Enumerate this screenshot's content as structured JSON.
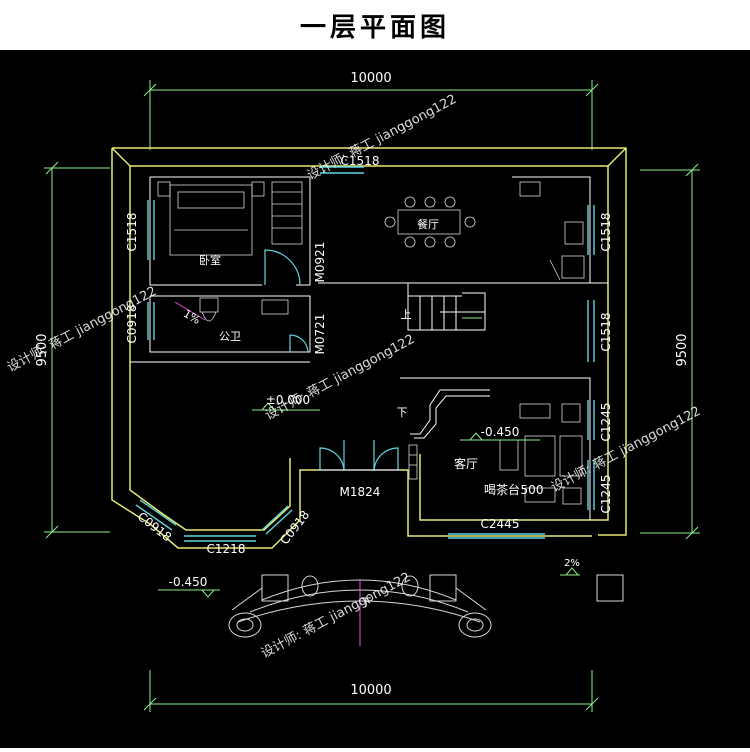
{
  "title": "一层平面图",
  "dimensions": {
    "top_width": "10000",
    "bottom_width": "10000",
    "left_height": "9500",
    "right_height": "9500"
  },
  "rooms": {
    "bedroom": "卧室",
    "dining": "餐厅",
    "bathroom": "公卫",
    "living": "客厅",
    "tea_table": "喝茶台"
  },
  "windows": {
    "top": "C1518",
    "left_upper": "C1518",
    "left_bath": "C0918",
    "right_kitchen": "C1518",
    "right_stair": "C1518",
    "right_living_a": "C1245",
    "right_living_b": "C1245",
    "bay_left": "C0918",
    "bay_middle": "C1218",
    "bay_right": "C0918",
    "living_bottom": "C2445"
  },
  "doors": {
    "bedroom_door": "M0921",
    "bath_door": "M0721",
    "entrance": "M1824"
  },
  "levels": {
    "hall": "±0.000",
    "living": "-0.450",
    "outside": "-0.450",
    "living_extra": "500"
  },
  "slope": {
    "bath": "1%",
    "outside": "2%"
  },
  "arrows": {
    "stair_up": "上",
    "stair_down": "下",
    "step_down": "下"
  },
  "watermark": "设计师: 蒋工 jianggong122",
  "colors": {
    "wall": "#e8e870",
    "dimension": "#8cf08c",
    "label": "#ffffff",
    "window": "#5fd5e0",
    "magenta": "#e050e0",
    "background": "#000000"
  }
}
